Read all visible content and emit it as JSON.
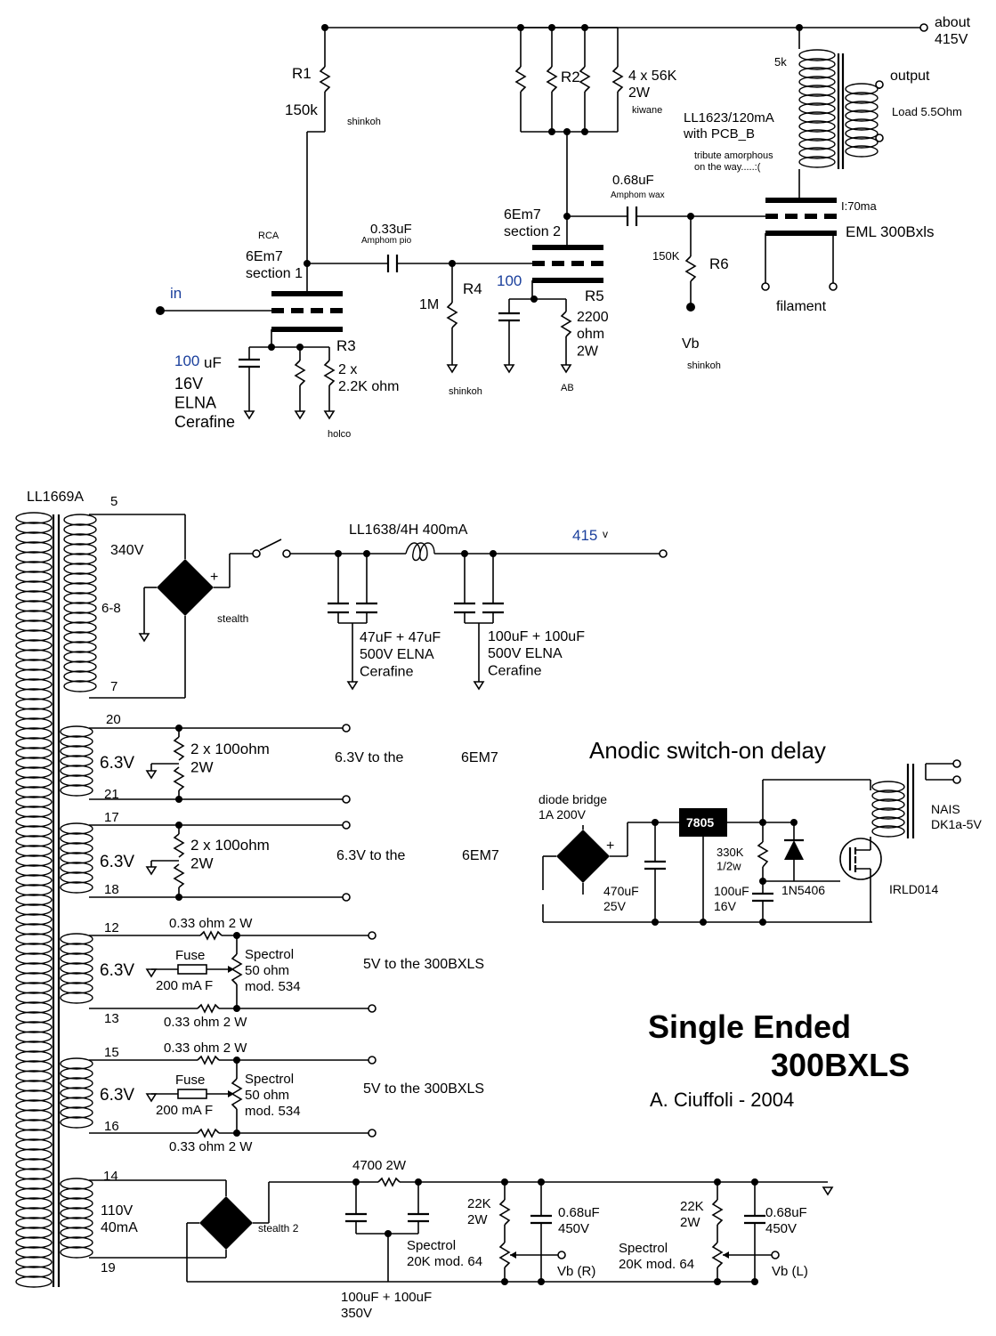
{
  "amp": {
    "b_plus": "about\n415V",
    "r1_ref": "R1",
    "r1_val": "150k",
    "r1_brand": "shinkoh",
    "r2_ref": "R2",
    "r2_val": "4 x 56K\n2W",
    "r2_brand": "kiwane",
    "otx_primary": "5k",
    "otx_output": "output",
    "otx_load": "Load 5.5Ohm",
    "otx_model": "LL1623/120mA\nwith PCB_B",
    "otx_note": "tribute amorphous\non the way.....:(",
    "c_coupling2": "0.68uF",
    "c_coupling2_brand": "Amphom wax",
    "c_coupling1": "0.33uF",
    "c_coupling1_brand": "Amphom pio",
    "v1_brand": "RCA",
    "v1_name": "6Em7\nsection 1",
    "v2_name": "6Em7\nsection 2",
    "out_tube_current": "I:70ma",
    "out_tube": "EML 300Bxls",
    "out_tube_filament": "filament",
    "input": "in",
    "r3_ref": "R3",
    "r3_val": "2 x\n2.2K ohm",
    "r3_brand": "holco",
    "c_k1_val": "100",
    "c_k1_unit": "uF",
    "c_k1_desc": "16V\nELNA\nCerafine",
    "r4_ref": "R4",
    "r4_val": "1M",
    "r4_brand": "shinkoh",
    "c_k2_val": "100",
    "r5_ref": "R5",
    "r5_val": "2200\nohm\n2W",
    "r5_brand": "AB",
    "r6_ref": "R6",
    "r6_val": "150K",
    "r6_bias": "Vb",
    "r6_brand": "shinkoh"
  },
  "psu": {
    "mains_tx": "LL1669A",
    "hv_pin_top": "5",
    "hv_voltage": "340V",
    "hv_pin_mid": "6-8",
    "hv_pin_bottom": "7",
    "bridge_brand": "stealth",
    "bridge_plus": "+",
    "choke": "LL1638/4H 400mA",
    "hv_out_value": "415",
    "hv_out_unit": "v",
    "cap1": "47uF + 47uF\n500V ELNA\nCerafine",
    "cap2": "100uF + 100uF\n500V ELNA\nCerafine",
    "h1_pin_top": "20",
    "h1_voltage": "6.3V",
    "h1_pin_bottom": "21",
    "h1_res": "2 x 100ohm\n2W",
    "h1_dest": "6.3V to the",
    "h1_tube": "6EM7",
    "h2_pin_top": "17",
    "h2_voltage": "6.3V",
    "h2_pin_bottom": "18",
    "h2_res": "2 x 100ohm\n2W",
    "h2_dest": "6.3V to the",
    "h2_tube": "6EM7",
    "f1_pin_top": "12",
    "f1_voltage": "6.3V",
    "f1_pin_bottom": "13",
    "f1_res_top": "0.33 ohm 2 W",
    "f1_res_bottom": "0.33 ohm 2 W",
    "f1_fuse": "Fuse",
    "f1_fuse_rating": "200 mA F",
    "f1_pot": "Spectrol\n50 ohm\nmod. 534",
    "f1_dest": "5V to the 300BXLS",
    "f2_pin_top": "15",
    "f2_voltage": "6.3V",
    "f2_pin_bottom": "16",
    "f2_res_top": "0.33 ohm 2 W",
    "f2_res_bottom": "0.33 ohm 2 W",
    "f2_fuse": "Fuse",
    "f2_fuse_rating": "200 mA F",
    "f2_pot": "Spectrol\n50 ohm\nmod. 534",
    "f2_dest": "5V to the 300BXLS",
    "bias_pin_top": "14",
    "bias_voltage": "110V\n40mA",
    "bias_pin_bottom": "19",
    "bias_bridge": "stealth 2",
    "bias_res": "4700 2W",
    "bias_caps": "100uF + 100uF\n350V",
    "bias_r_left": "22K\n2W",
    "bias_c_left": "0.68uF\n450V",
    "bias_pot_left": "Spectrol\n20K mod. 64",
    "bias_out_left": "Vb (R)",
    "bias_r_right": "22K\n2W",
    "bias_c_right": "0.68uF\n450V",
    "bias_pot_right": "Spectrol\n20K mod. 64",
    "bias_out_right": "Vb (L)"
  },
  "delay": {
    "title": "Anodic switch-on delay",
    "bridge": "diode bridge\n1A 200V",
    "cap": "470uF\n25V",
    "regulator": "7805",
    "res": "330K\n1/2w",
    "cap2": "100uF\n16V",
    "diode": "1N5406",
    "mosfet": "IRLD014",
    "relay": "NAIS\nDK1a-5V"
  },
  "title_block": {
    "line1": "Single Ended",
    "line2": "300BXLS",
    "author": "A. Ciuffoli - 2004"
  }
}
